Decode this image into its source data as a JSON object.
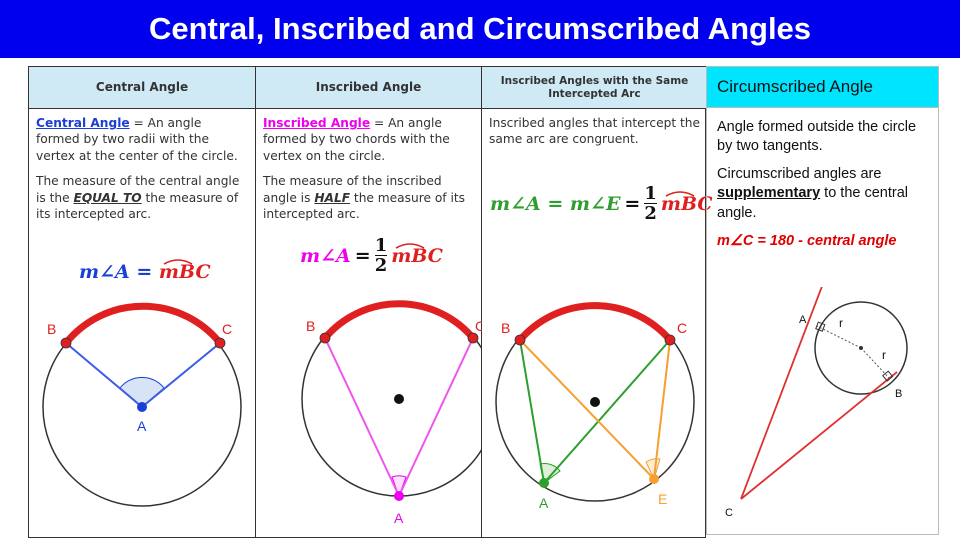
{
  "title": "Central, Inscribed and Circumscribed Angles",
  "columns": [
    {
      "header": "Central Angle",
      "term": "Central Angle",
      "def_rest": " = An angle formed by two radii with the vertex at the center of the circle.",
      "measure_pre": "The measure of the central angle is the ",
      "measure_emph": "EQUAL TO",
      "measure_post": " the measure of its intercepted arc.",
      "formula": {
        "left": "m∠A",
        "eq": " = ",
        "right": "mBC"
      },
      "labels": {
        "b": "B",
        "c": "C",
        "a": "A"
      }
    },
    {
      "header": "Inscribed Angle",
      "term": "Inscribed Angle",
      "def_rest": " = An angle formed by two chords with the vertex on the circle.",
      "measure_pre": "The measure of the inscribed angle is ",
      "measure_emph": "HALF",
      "measure_post": " the measure of its intercepted arc.",
      "formula": {
        "left": "m∠A",
        "eq": " = ",
        "num": "1",
        "den": "2",
        "right": "mBC"
      },
      "labels": {
        "b": "B",
        "c": "C",
        "a": "A"
      }
    },
    {
      "header": "Inscribed Angles with the Same Intercepted Arc",
      "text": "Inscribed angles that intercept the same arc are congruent.",
      "formula": {
        "left": "m∠A = m∠E",
        "eq": " = ",
        "num": "1",
        "den": "2",
        "right": "mBC"
      },
      "labels": {
        "b": "B",
        "c": "C",
        "a": "A",
        "e": "E"
      }
    }
  ],
  "circumscribed": {
    "header": "Circumscribed Angle",
    "p1": "Angle formed outside the circle by two tangents.",
    "p2_pre": "Circumscribed angles are ",
    "p2_bold": "supplementary",
    "p2_post": " to the central angle.",
    "formula": "m∠C = 180 - central angle",
    "labels": {
      "a": "A",
      "b": "B",
      "c": "C",
      "r1": "r",
      "r2": "r"
    }
  },
  "colors": {
    "title_bg": "#0000ee",
    "header_bg": "#cfe9f5",
    "circ_header_bg": "#00e5ff",
    "arc_red": "#e02020",
    "blue": "#1a3fd6",
    "magenta": "#ee00ee",
    "green": "#2e9e2e",
    "orange": "#f5a030"
  }
}
